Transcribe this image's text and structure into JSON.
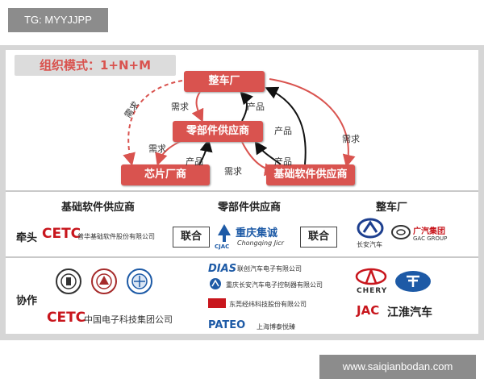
{
  "watermark_top": "TG: MYYJJPP",
  "watermark_bottom": "www.saiqianbodan.com",
  "diagram": {
    "title": "组织模式：1+N+M",
    "nodes": {
      "oem": "整车厂",
      "parts": "零部件供应商",
      "chip": "芯片厂商",
      "software": "基础软件供应商"
    },
    "edge_labels": {
      "demand": "需求",
      "product": "产品"
    }
  },
  "table": {
    "headers": [
      "基础软件供应商",
      "零部件供应商",
      "整车厂"
    ],
    "row_lead": "牵头",
    "row_collab": "协作",
    "joint": "联合",
    "lead_software": {
      "logo": "CETC",
      "name": "普华基础软件股份有限公司"
    },
    "lead_parts": {
      "logo_text": "CJAC",
      "name": "重庆集诚",
      "name_en": "Chongqing Jicr"
    },
    "lead_oem": [
      {
        "name": "长安汽车",
        "icon": "changan-logo"
      },
      {
        "name": "广汽集团",
        "sub": "GAC GROUP",
        "icon": "gac-logo"
      }
    ],
    "collab_software": {
      "logo": "CETC",
      "name": "中国电子科技集团公司"
    },
    "collab_parts": [
      {
        "logo": "DIAS",
        "name": "联创汽车电子有限公司"
      },
      {
        "logo": "",
        "name": "重庆长安汽车电子控制器有限公司"
      },
      {
        "logo": "",
        "name": "东莞经纬科技股份有限公司"
      },
      {
        "logo": "PATEO",
        "name": "上海博泰悦臻"
      }
    ],
    "collab_oem": [
      {
        "logo": "CHERY",
        "icon": "chery-logo"
      },
      {
        "logo": "",
        "icon": "faw-logo"
      },
      {
        "logo": "JAC",
        "name": "江淮汽车"
      }
    ]
  },
  "colors": {
    "accent": "#d9534f",
    "dark": "#222222",
    "blue": "#1d5aa6"
  }
}
